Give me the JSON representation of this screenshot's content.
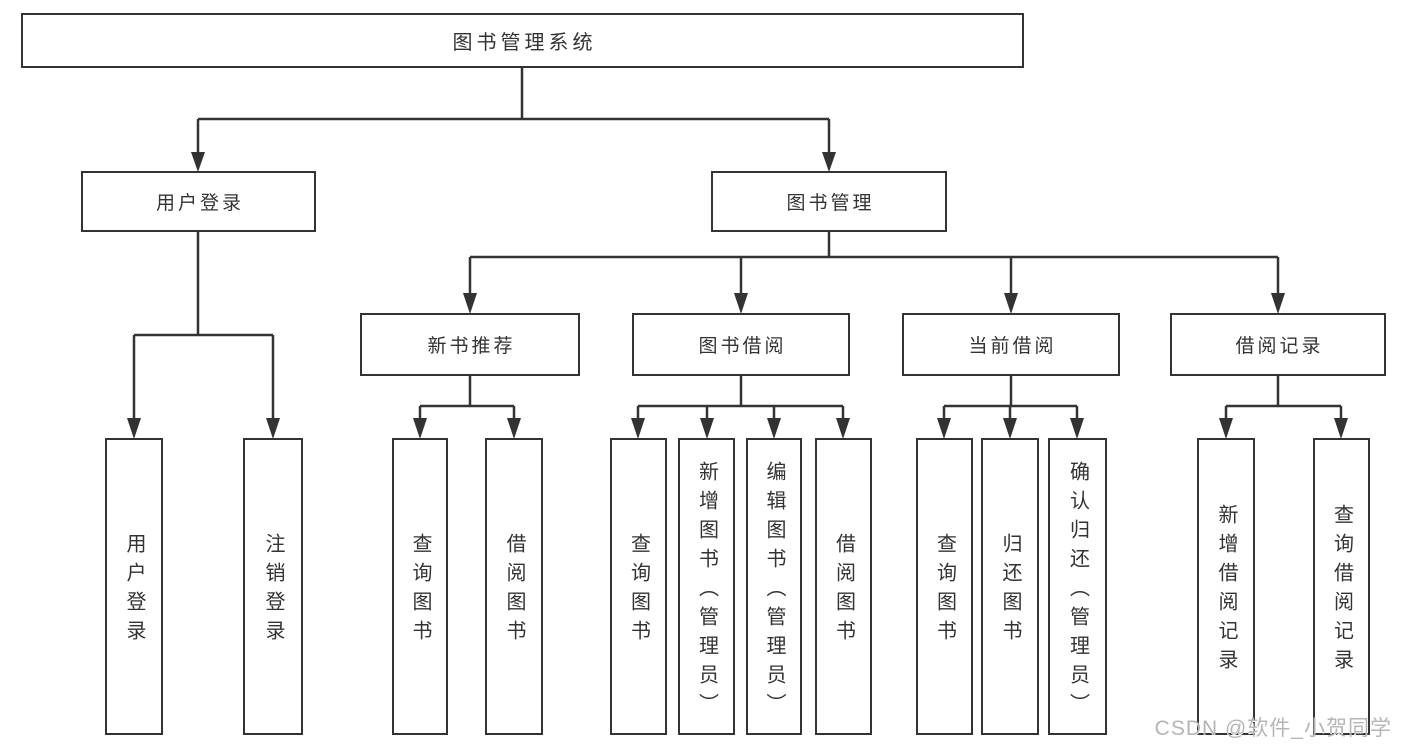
{
  "diagram": {
    "root": "图书管理系统",
    "level2": [
      "用户登录",
      "图书管理"
    ],
    "level3": [
      "新书推荐",
      "图书借阅",
      "当前借阅",
      "借阅记录"
    ],
    "leaves": {
      "user_login": [
        "用户登录",
        "注销登录"
      ],
      "new_book": [
        "查询图书",
        "借阅图书"
      ],
      "book_borrow": [
        "查询图书",
        "新增图书（管理员）",
        "编辑图书（管理员）",
        "借阅图书"
      ],
      "current_borrow": [
        "查询图书",
        "归还图书",
        "确认归还（管理员）"
      ],
      "records": [
        "新增借阅记录",
        "查询借阅记录"
      ]
    }
  },
  "watermark": {
    "text": "CSDN @软件_小贺同学"
  },
  "colors": {
    "background": "#ffffff",
    "line": "#333333",
    "box_border": "#333333",
    "text": "#333333",
    "watermark": "#b5b5b5"
  }
}
